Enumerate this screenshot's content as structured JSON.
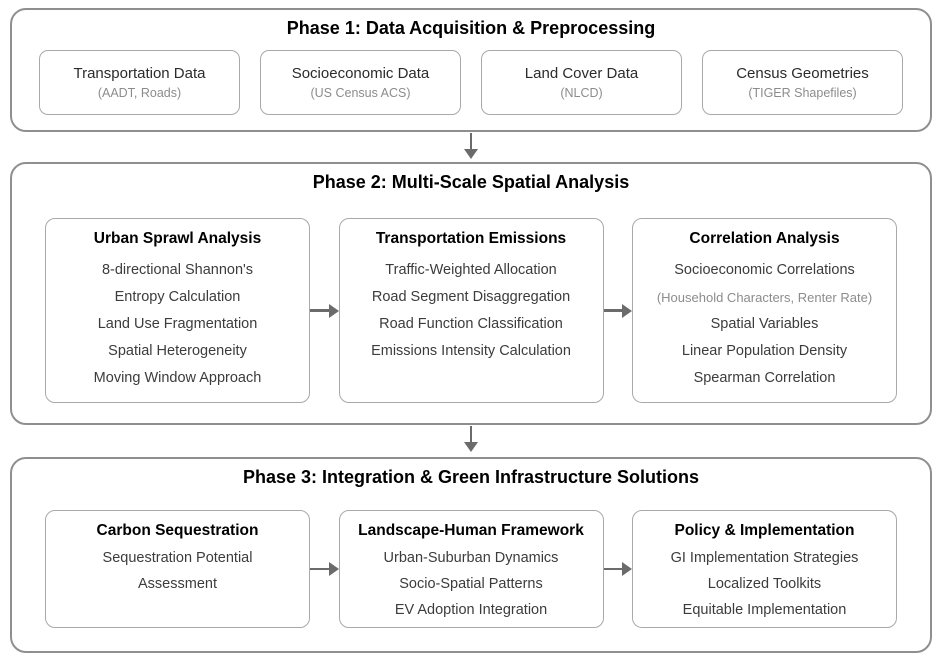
{
  "diagram": {
    "phase1": {
      "title": "Phase 1: Data Acquisition & Preprocessing",
      "boxes": [
        {
          "label": "Transportation Data",
          "sublabel": "(AADT, Roads)"
        },
        {
          "label": "Socioeconomic Data",
          "sublabel": "(US Census ACS)"
        },
        {
          "label": "Land Cover Data",
          "sublabel": "(NLCD)"
        },
        {
          "label": "Census Geometries",
          "sublabel": "(TIGER Shapefiles)"
        }
      ]
    },
    "phase2": {
      "title": "Phase 2: Multi-Scale Spatial Analysis",
      "boxes": [
        {
          "heading": "Urban Sprawl Analysis",
          "lines": [
            "8-directional Shannon's",
            "Entropy Calculation",
            "Land Use Fragmentation",
            "Spatial Heterogeneity",
            "Moving Window Approach"
          ]
        },
        {
          "heading": "Transportation Emissions",
          "lines": [
            "Traffic-Weighted Allocation",
            "Road Segment Disaggregation",
            "Road Function Classification",
            "Emissions Intensity Calculation"
          ]
        },
        {
          "heading": "Correlation Analysis",
          "lines": [
            "Socioeconomic Correlations",
            "(Household Characters, Renter Rate)",
            "Spatial Variables",
            "Linear Population Density",
            "Spearman Correlation"
          ]
        }
      ]
    },
    "phase3": {
      "title": "Phase 3: Integration & Green Infrastructure Solutions",
      "boxes": [
        {
          "heading": "Carbon Sequestration",
          "lines": [
            "Sequestration Potential",
            "Assessment"
          ]
        },
        {
          "heading": "Landscape-Human Framework",
          "lines": [
            "Urban-Suburban Dynamics",
            "Socio-Spatial Patterns",
            "EV Adoption Integration"
          ]
        },
        {
          "heading": "Policy & Implementation",
          "lines": [
            "GI Implementation Strategies",
            "Localized Toolkits",
            "Equitable Implementation"
          ]
        }
      ]
    },
    "icons": {
      "down_arrow": "▼",
      "right_arrow": "►"
    },
    "colors": {
      "background": "#ffffff",
      "phase_border": "#8f8f8f",
      "inner_box_border": "#a9a9a9",
      "arrow": "#6b6b6b",
      "title_text": "#000000",
      "body_text": "#3c3c3c",
      "muted_text": "#8c8c8c"
    }
  }
}
